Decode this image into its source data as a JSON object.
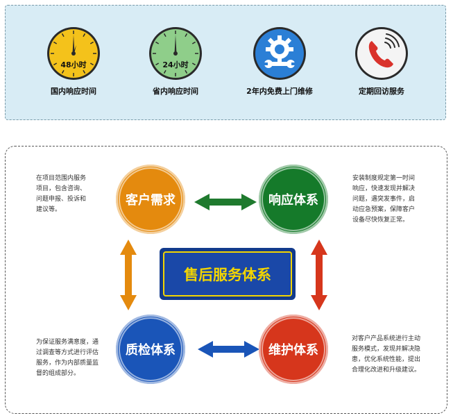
{
  "top_services": [
    {
      "label": "国内响应时间",
      "dial_text": "48小时",
      "icon": "clock-icon",
      "color": "#f4c21b"
    },
    {
      "label": "省内响应时间",
      "dial_text": "24小时",
      "icon": "clock-icon",
      "color": "#8fce8a"
    },
    {
      "label": "2年内免费上门维修",
      "icon": "gear-wrench-icon",
      "color": "#2b7fd6"
    },
    {
      "label": "定期回访服务",
      "icon": "phone-icon",
      "color": "#d9322b"
    }
  ],
  "center_title": "售后服务体系",
  "nodes": {
    "customer_demand": {
      "label": "客户需求",
      "color": "#e48a0e"
    },
    "response_system": {
      "label": "响应体系",
      "color": "#157a2a"
    },
    "quality_system": {
      "label": "质检体系",
      "color": "#1a55b8"
    },
    "maintenance_system": {
      "label": "维护体系",
      "color": "#d6361c"
    }
  },
  "descriptions": {
    "customer_demand": [
      "在项目范围内服务",
      "项目，包含咨询、",
      "问题申报、投诉和",
      "建议等。"
    ],
    "response_system": [
      "安装制度规定第一时间",
      "响应，快速发现并解决",
      "问题，遇突发事件，启",
      "动应急预案，保障客户",
      "设备尽快恢复正常。"
    ],
    "quality_system": [
      "为保证服务满意度，通",
      "过调查等方式进行评估",
      "服务，作为内部质量监",
      "督的组成部分。"
    ],
    "maintenance_system": [
      "对客户产品系统进行主动",
      "服务模式，发现并解决隐",
      "患，优化系统性能，提出",
      "合理化改进和升级建议。"
    ]
  },
  "arrow_colors": {
    "top": "#1f7a2e",
    "left": "#e48a0e",
    "right": "#d6361c",
    "bottom": "#1a55b8"
  }
}
